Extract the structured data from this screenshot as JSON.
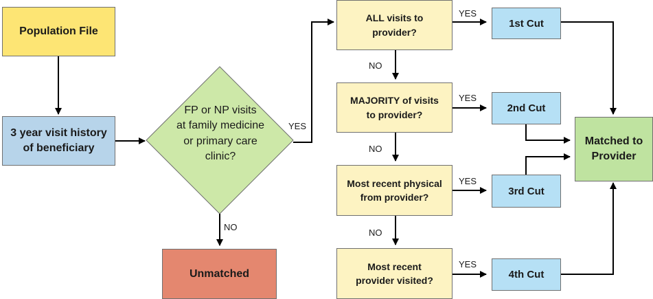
{
  "nodes": {
    "population_file": "Population File",
    "visit_history": [
      "3 year visit history",
      "of beneficiary"
    ],
    "fp_np_question": [
      "FP or NP visits",
      "at family medicine",
      "or primary care",
      "clinic?"
    ],
    "unmatched": "Unmatched",
    "q_all_visits": [
      "ALL visits to",
      "provider?"
    ],
    "q_majority": [
      "MAJORITY of visits",
      "to provider?"
    ],
    "q_recent_physical": [
      "Most recent physical",
      "from provider?"
    ],
    "q_recent_provider": [
      "Most recent",
      "provider visited?"
    ],
    "cut1": "1st Cut",
    "cut2": "2nd Cut",
    "cut3": "3rd Cut",
    "cut4": "4th Cut",
    "matched": [
      "Matched to",
      "Provider"
    ]
  },
  "labels": {
    "yes": "YES",
    "no": "NO"
  },
  "colors": {
    "population": "#fde574",
    "history": "#b7d4ea",
    "diamond": "#cde8a8",
    "question": "#fdf3c2",
    "cut": "#b6e0f5",
    "matched": "#bfe3a0",
    "unmatched": "#e4876f"
  }
}
